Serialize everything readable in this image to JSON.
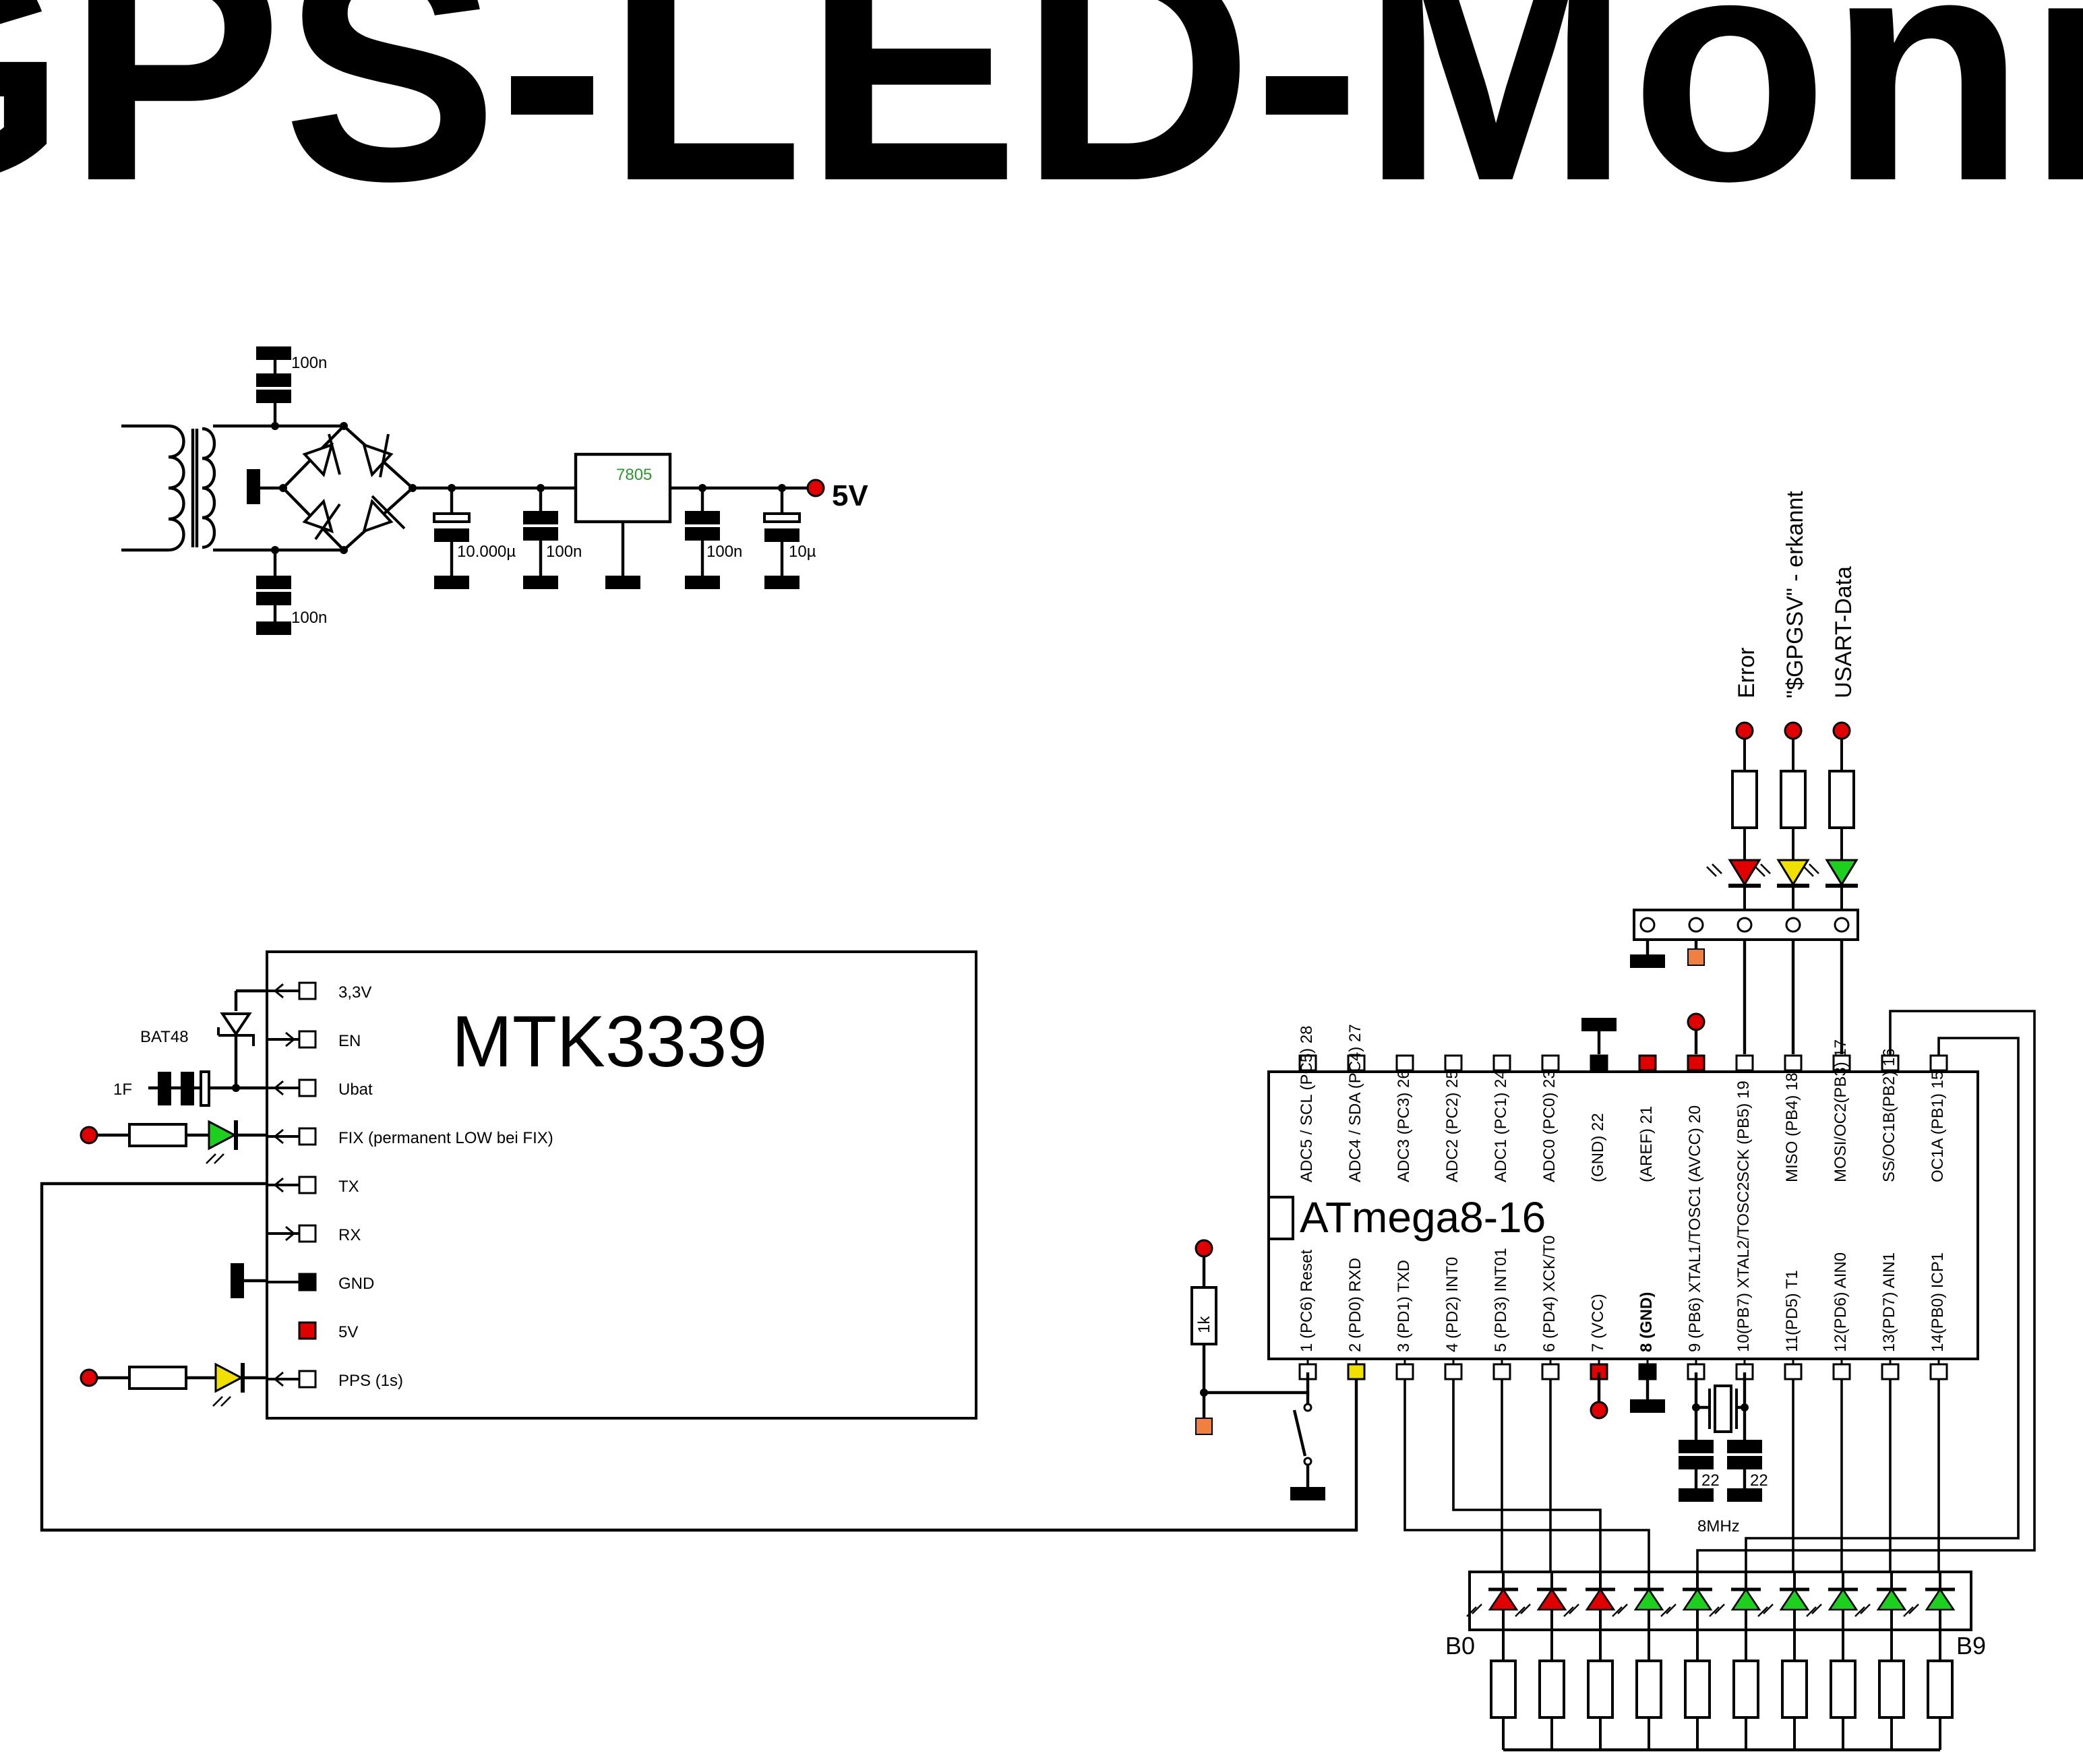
{
  "title": "GPS-LED-Monitor",
  "power_supply": {
    "output_label": "5V",
    "regulator": "7805",
    "caps": {
      "top": "100n",
      "bottom": "100n",
      "elko": "10.000µ",
      "c_in": "100n",
      "c_out": "100n",
      "c_out_elko": "10µ"
    }
  },
  "gps_module": {
    "name": "MTK3339",
    "pins": [
      "3,3V",
      "EN",
      "Ubat",
      "FIX (permanent LOW bei FIX)",
      "TX",
      "RX",
      "GND",
      "5V",
      "PPS (1s)"
    ],
    "diode": "BAT48",
    "supercap": "1F"
  },
  "mcu": {
    "name": "ATmega8-16",
    "top_pins": [
      "ADC5 / SCL (PC5) 28",
      "ADC4 / SDA (PC4) 27",
      "ADC3 (PC3) 26",
      "ADC2 (PC2) 25",
      "ADC1 (PC1) 24",
      "ADC0 (PC0) 23",
      "(GND) 22",
      "(AREF) 21",
      "(AVCC) 20",
      "SCK (PB5) 19",
      "MISO (PB4) 18",
      "MOSI/OC2(PB3) 17",
      "SS/OC1B(PB2) 16",
      "OC1A (PB1) 15"
    ],
    "bottom_pins": [
      "1 (PC6) Reset",
      "2 (PD0) RXD",
      "3 (PD1) TXD",
      "4 (PD2) INT0",
      "5 (PD3) INT01",
      "6 (PD4) XCK/T0",
      "7 (VCC)",
      "8 (GND)",
      "9 (PB6) XTAL1/TOSC1",
      "10(PB7) XTAL2/TOSC2",
      "11(PD5) T1",
      "12(PD6) AIN0",
      "13(PD7) AIN1",
      "14(PB0) ICP1"
    ],
    "reset_resistor": "1k",
    "crystal": "8MHz",
    "crystal_caps": [
      "22",
      "22"
    ]
  },
  "status_leds": {
    "labels": [
      "Error",
      "\"$GPGSV\" - erkannt",
      "USART-Data"
    ]
  },
  "bar_leds": {
    "first_label": "B0",
    "last_label": "B9"
  },
  "colors": {
    "red": "#e00000",
    "yellow": "#f0e000",
    "green": "#1ed01e",
    "orange": "#f08040",
    "regulator_text": "#2a9a2a"
  }
}
